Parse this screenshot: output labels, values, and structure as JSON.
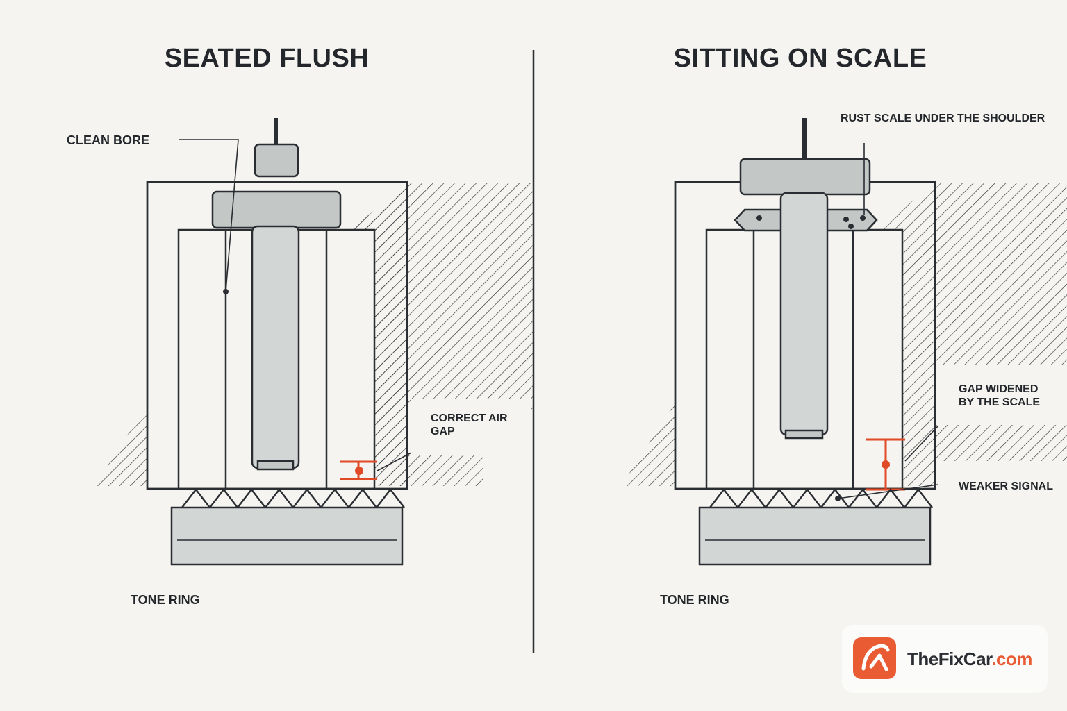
{
  "left_panel": {
    "title": "SEATED FLUSH",
    "label_clean_bore": "CLEAN BORE",
    "label_air_gap_line1": "CORRECT AIR",
    "label_air_gap_line2": "GAP",
    "label_tone_ring": "TONE RING"
  },
  "right_panel": {
    "title": "SITTING ON SCALE",
    "label_rust": "RUST SCALE UNDER THE SHOULDER",
    "label_gap_line1": "GAP WIDENED",
    "label_gap_line2": "BY THE SCALE",
    "label_signal": "WEAKER SIGNAL",
    "label_tone_ring": "TONE RING"
  },
  "brand": {
    "name_main": "TheFixCar",
    "name_suffix": ".com",
    "logo_glyph": "A",
    "icon": "wrench-gauge-logo"
  },
  "colors": {
    "accent": "#e04a26",
    "metal": "#c3c8c6",
    "line": "#2a2e32",
    "background": "#f5f4f0"
  }
}
